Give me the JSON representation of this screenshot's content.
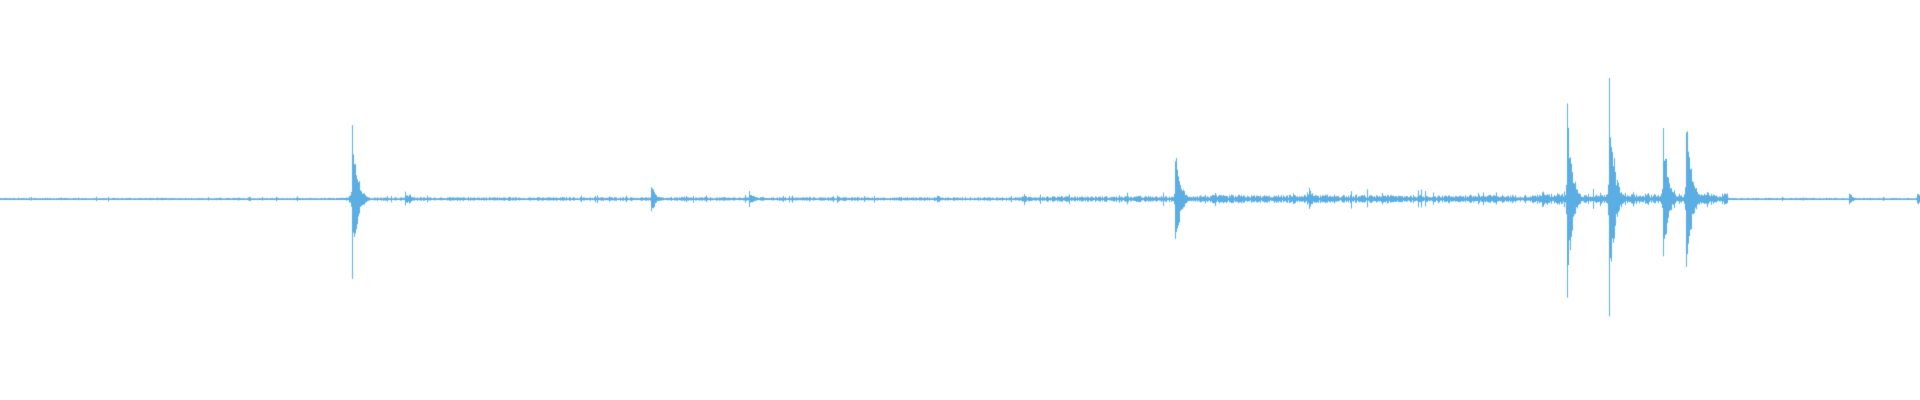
{
  "waveform": {
    "color": "#5aaee4",
    "background": "#ffffff",
    "duration": 1.0,
    "peak_unit": "fraction_of_full_scale",
    "bursts": [
      {
        "t": 0.1834,
        "amp": 0.57
      },
      {
        "t": 0.187,
        "amp": 0.08
      },
      {
        "t": 0.211,
        "amp": 0.05
      },
      {
        "t": 0.213,
        "amp": 0.04
      },
      {
        "t": 0.3392,
        "amp": 0.1
      },
      {
        "t": 0.39,
        "amp": 0.06
      },
      {
        "t": 0.436,
        "amp": 0.03
      },
      {
        "t": 0.488,
        "amp": 0.025
      },
      {
        "t": 0.555,
        "amp": 0.025
      },
      {
        "t": 0.593,
        "amp": 0.03
      },
      {
        "t": 0.612,
        "amp": 0.42
      },
      {
        "t": 0.614,
        "amp": 0.1
      },
      {
        "t": 0.6736,
        "amp": 0.05
      },
      {
        "t": 0.682,
        "amp": 0.08
      },
      {
        "t": 0.695,
        "amp": 0.03
      },
      {
        "t": 0.72,
        "amp": 0.045
      },
      {
        "t": 0.759,
        "amp": 0.03
      },
      {
        "t": 0.798,
        "amp": 0.03
      },
      {
        "t": 0.803,
        "amp": 0.07
      },
      {
        "t": 0.816,
        "amp": 0.72
      },
      {
        "t": 0.819,
        "amp": 0.1
      },
      {
        "t": 0.838,
        "amp": 0.9
      },
      {
        "t": 0.841,
        "amp": 0.1
      },
      {
        "t": 0.8662,
        "amp": 0.56
      },
      {
        "t": 0.878,
        "amp": 0.64
      },
      {
        "t": 0.88,
        "amp": 0.09
      },
      {
        "t": 0.889,
        "amp": 0.06
      },
      {
        "t": 0.963,
        "amp": 0.04
      },
      {
        "t": 0.9985,
        "amp": 0.05
      }
    ],
    "noise_segments": [
      {
        "from": 0.0,
        "to": 0.18,
        "amp": 0.006
      },
      {
        "from": 0.18,
        "to": 0.53,
        "amp": 0.01
      },
      {
        "from": 0.53,
        "to": 0.61,
        "amp": 0.016
      },
      {
        "from": 0.61,
        "to": 0.8,
        "amp": 0.022
      },
      {
        "from": 0.8,
        "to": 0.9,
        "amp": 0.03
      },
      {
        "from": 0.9,
        "to": 1.0,
        "amp": 0.006
      }
    ]
  }
}
